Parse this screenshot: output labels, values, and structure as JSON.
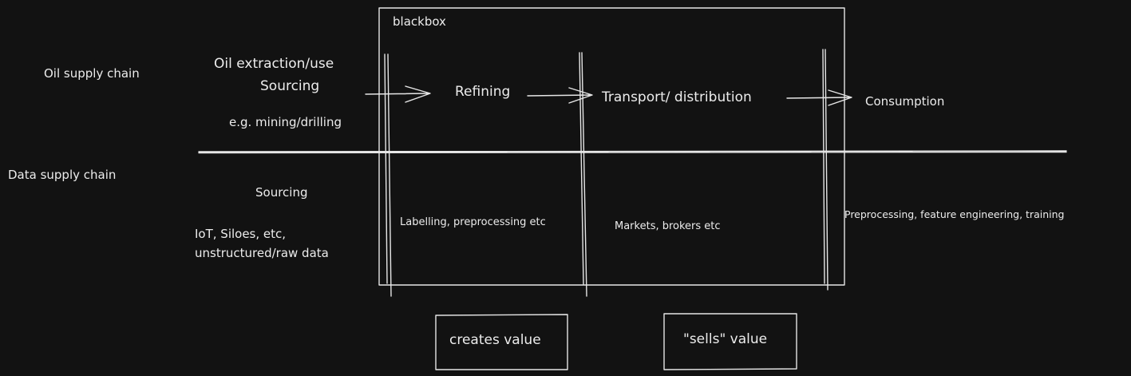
{
  "blackbox": {
    "label": "blackbox"
  },
  "oil": {
    "row_label": "Oil supply chain",
    "sourcing_top": "Oil extraction/use",
    "sourcing": "Sourcing",
    "sourcing_example": "e.g. mining/drilling",
    "refining": "Refining",
    "transport": "Transport/ distribution",
    "consumption": "Consumption"
  },
  "data_chain": {
    "row_label": "Data supply chain",
    "sourcing": "Sourcing",
    "sources_line1": "IoT, Siloes, etc,",
    "sources_line2": "unstructured/raw data",
    "refining": "Labelling, preprocessing etc",
    "transport": "Markets, brokers etc",
    "consumption": "Preprocessing, feature engineering, training"
  },
  "notes": {
    "creates_value": "creates value",
    "sells_value": "\"sells\" value"
  }
}
